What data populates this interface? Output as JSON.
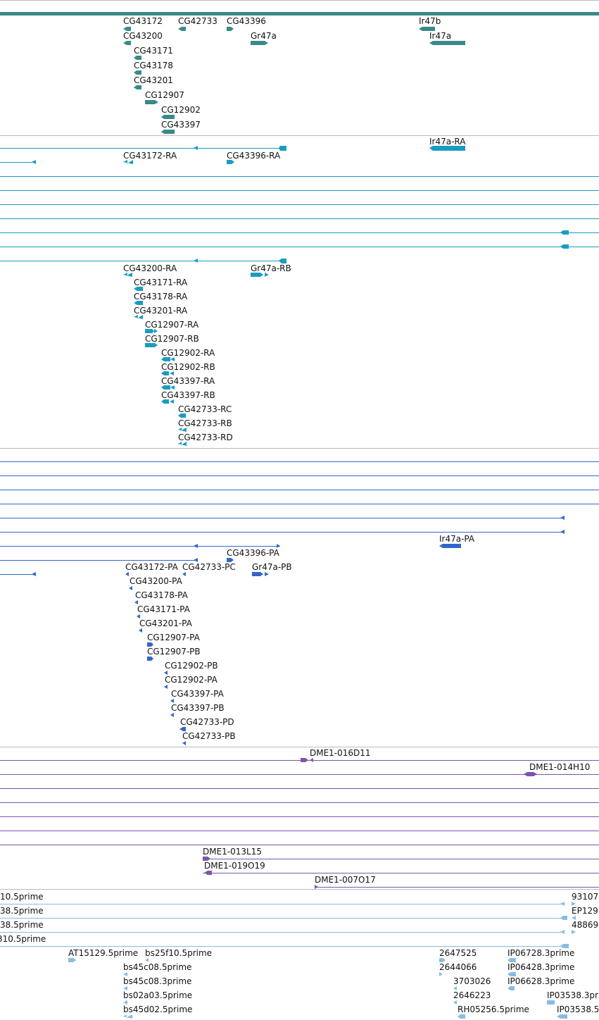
{
  "colors": {
    "gene": "#3a8a8a",
    "transcript": "#1a9cc0",
    "protein": "#3366cc",
    "clone": "#7b55aa",
    "est": "#88bde0",
    "separator": "#bbbbbb",
    "text": "#111111"
  },
  "tracks": [
    {
      "name": "genes",
      "color_key": "gene",
      "features": [
        {
          "label": "CG43172"
        },
        {
          "label": "CG42733"
        },
        {
          "label": "CG43396"
        },
        {
          "label": "Ir47b"
        },
        {
          "label": "CG43200"
        },
        {
          "label": "Gr47a"
        },
        {
          "label": "Ir47a"
        },
        {
          "label": "CG43171"
        },
        {
          "label": "CG43178"
        },
        {
          "label": "CG43201"
        },
        {
          "label": "CG12907"
        },
        {
          "label": "CG12902"
        },
        {
          "label": "CG43397"
        }
      ]
    },
    {
      "name": "transcripts",
      "color_key": "transcript",
      "features": [
        {
          "label": "Ir47a-RA"
        },
        {
          "label": "CG43172-RA"
        },
        {
          "label": "CG43396-RA"
        },
        {
          "label": "CG43200-RA"
        },
        {
          "label": "Gr47a-RB"
        },
        {
          "label": "CG43171-RA"
        },
        {
          "label": "CG43178-RA"
        },
        {
          "label": "CG43201-RA"
        },
        {
          "label": "CG12907-RA"
        },
        {
          "label": "CG12907-RB"
        },
        {
          "label": "CG12902-RA"
        },
        {
          "label": "CG12902-RB"
        },
        {
          "label": "CG43397-RA"
        },
        {
          "label": "CG43397-RB"
        },
        {
          "label": "CG42733-RC"
        },
        {
          "label": "CG42733-RB"
        },
        {
          "label": "CG42733-RD"
        }
      ]
    },
    {
      "name": "proteins",
      "color_key": "protein",
      "features": [
        {
          "label": "Ir47a-PA"
        },
        {
          "label": "CG43396-PA"
        },
        {
          "label": "CG43172-PA"
        },
        {
          "label": "CG42733-PC"
        },
        {
          "label": "Gr47a-PB"
        },
        {
          "label": "CG43200-PA"
        },
        {
          "label": "CG43178-PA"
        },
        {
          "label": "CG43171-PA"
        },
        {
          "label": "CG43201-PA"
        },
        {
          "label": "CG12907-PA"
        },
        {
          "label": "CG12907-PB"
        },
        {
          "label": "CG12902-PB"
        },
        {
          "label": "CG12902-PA"
        },
        {
          "label": "CG43397-PA"
        },
        {
          "label": "CG43397-PB"
        },
        {
          "label": "CG42733-PD"
        },
        {
          "label": "CG42733-PB"
        }
      ]
    },
    {
      "name": "clones",
      "color_key": "clone",
      "features": [
        {
          "label": "DME1-016D11"
        },
        {
          "label": "DME1-014H10"
        },
        {
          "label": "DME1-013L15"
        },
        {
          "label": "DME1-019O19"
        },
        {
          "label": "DME1-007O17"
        }
      ]
    },
    {
      "name": "ests",
      "color_key": "est",
      "features": [
        {
          "label": "10.5prime"
        },
        {
          "label": "93107"
        },
        {
          "label": "38.5prime"
        },
        {
          "label": "EP129"
        },
        {
          "label": "38.5prime"
        },
        {
          "label": "48869"
        },
        {
          "label": "310.5prime"
        },
        {
          "label": "AT15129.5prime"
        },
        {
          "label": "bs25f10.5prime"
        },
        {
          "label": "2647525"
        },
        {
          "label": "IP06728.3prime"
        },
        {
          "label": "bs45c08.5prime"
        },
        {
          "label": "2644066"
        },
        {
          "label": "IP06428.3prime"
        },
        {
          "label": "bs45c08.3prime"
        },
        {
          "label": "3703026"
        },
        {
          "label": "IP06628.3prime"
        },
        {
          "label": "bs02a03.5prime"
        },
        {
          "label": "2646223"
        },
        {
          "label": "IP03538.3pr"
        },
        {
          "label": "bs45d02.5prime"
        },
        {
          "label": "RH05256.5prime"
        },
        {
          "label": "IP03538.5"
        }
      ]
    }
  ]
}
